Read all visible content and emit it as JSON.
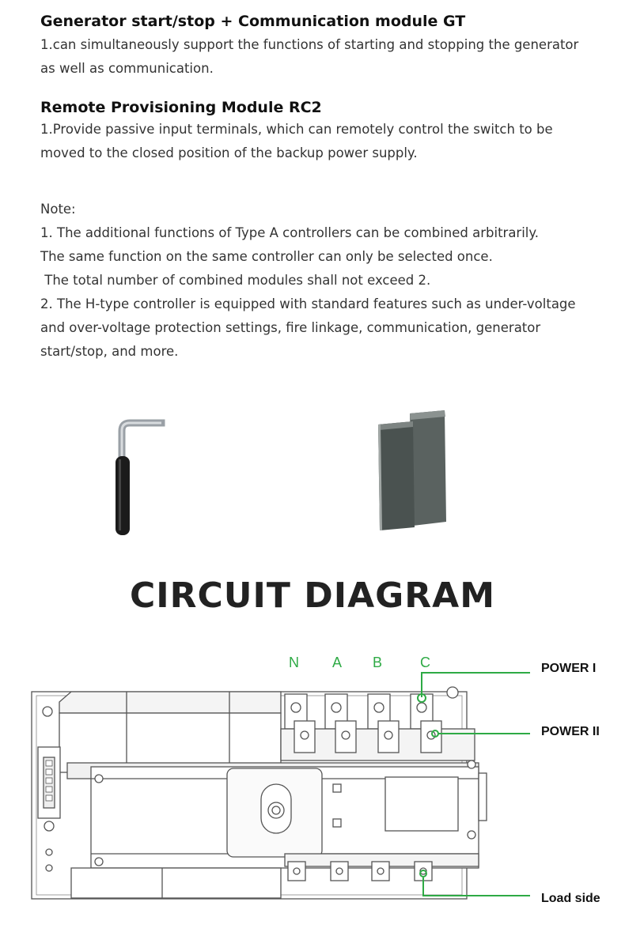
{
  "gt": {
    "heading": "Generator start/stop + Communication module GT",
    "lines": [
      "1.can simultaneously support the functions of starting and stopping the generator",
      "as well as communication."
    ]
  },
  "rc2": {
    "heading": "Remote Provisioning Module RC2",
    "lines": [
      "1.Provide passive input terminals, which can remotely control the switch to be",
      "moved to the closed position of the backup power supply."
    ]
  },
  "note": {
    "lines": [
      "Note:",
      "1. The additional functions of Type A controllers can be combined arbitrarily.",
      "The same function on the same controller can only be selected once.",
      " The total number of combined modules shall not exceed 2.",
      "2. The H-type controller is equipped with standard features such as under-voltage",
      "and over-voltage protection settings, fire linkage, communication, generator",
      "start/stop, and more."
    ]
  },
  "diagram": {
    "title": "CIRCUIT DIAGRAM",
    "phases": [
      "N",
      "A",
      "B",
      "C"
    ],
    "labels": {
      "power1": "POWER I",
      "power2": "POWER II",
      "load": "Load side"
    },
    "accent": "#2eaa45"
  }
}
